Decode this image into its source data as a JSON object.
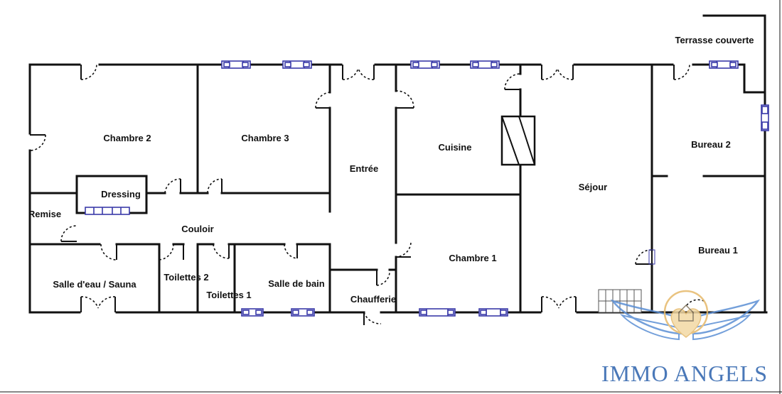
{
  "plan": {
    "rooms": [
      {
        "id": "chambre-2",
        "label": "Chambre 2"
      },
      {
        "id": "chambre-3",
        "label": "Chambre 3"
      },
      {
        "id": "entree",
        "label": "Entrée"
      },
      {
        "id": "cuisine",
        "label": "Cuisine"
      },
      {
        "id": "sejour",
        "label": "Séjour"
      },
      {
        "id": "bureau-2",
        "label": "Bureau 2"
      },
      {
        "id": "terrasse",
        "label": "Terrasse couverte"
      },
      {
        "id": "dressing",
        "label": "Dressing"
      },
      {
        "id": "remise",
        "label": "Remise"
      },
      {
        "id": "couloir",
        "label": "Couloir"
      },
      {
        "id": "chambre-1",
        "label": "Chambre 1"
      },
      {
        "id": "bureau-1",
        "label": "Bureau 1"
      },
      {
        "id": "salle-eau",
        "label": "Salle d'eau / Sauna"
      },
      {
        "id": "toilettes-2",
        "label": "Toilettes 2"
      },
      {
        "id": "toilettes-1",
        "label": "Toilettes 1"
      },
      {
        "id": "salle-bain",
        "label": "Salle de bain"
      },
      {
        "id": "chaufferie",
        "label": "Chaufferie"
      }
    ]
  },
  "brand": {
    "name": "IMMO ANGELS",
    "color_primary": "#4a78b8",
    "color_accent": "#e6b96a"
  }
}
